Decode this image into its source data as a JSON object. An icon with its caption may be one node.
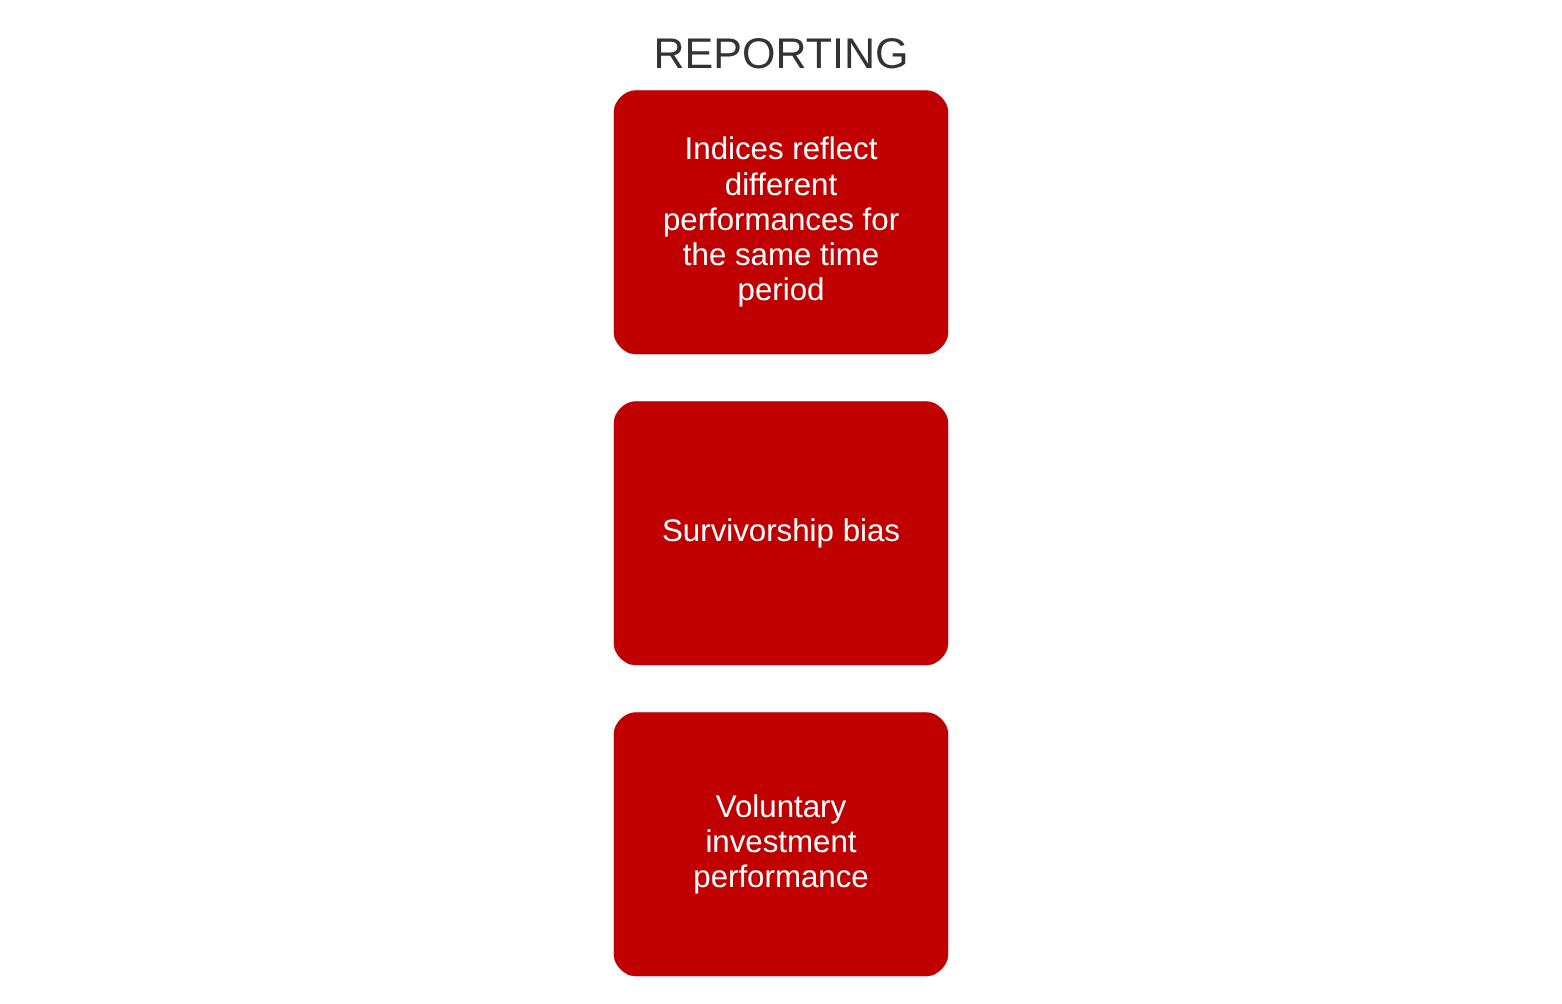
{
  "diagram": {
    "title": "REPORTING",
    "nodes": [
      {
        "text": [
          "Voluntary investment performance"
        ]
      },
      {
        "text": [
          "Survivorship bias"
        ]
      },
      {
        "text": [
          "Indices reflect different performances for the same time period"
        ]
      }
    ]
  }
}
